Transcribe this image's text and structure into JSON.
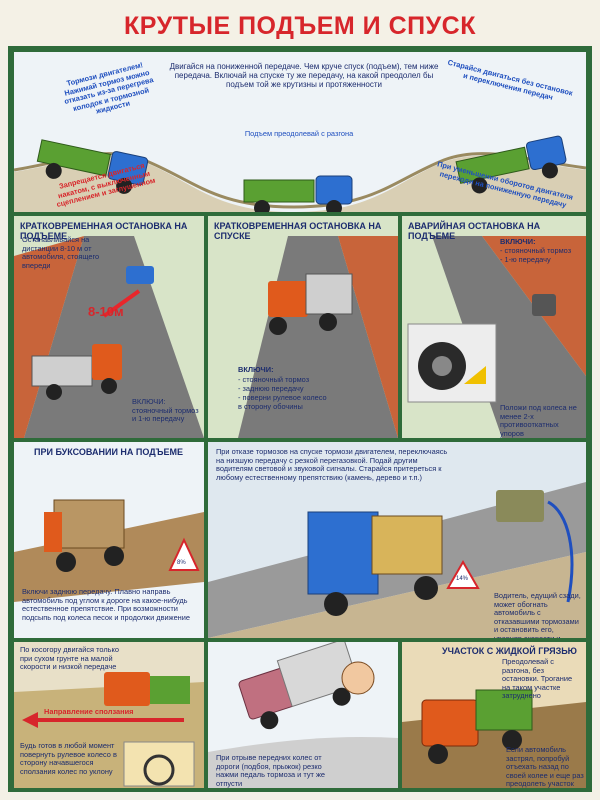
{
  "title": "КРУТЫЕ ПОДЪЕМ И СПУСК",
  "top": {
    "center_text": "Двигайся на пониженной передаче. Чем круче спуск (подъем), тем ниже передача. Включай на спуске ту же передачу, на какой преодолел бы подъем той же крутизны и протяженности",
    "left_blue": "Тормози двигателем! Нажимай тормоз можно отказать из-за перегрева колодок и тормозной жидкости",
    "left_red": "Запрещается двигаться накатом, с выключенным сцеплением и заглушенном",
    "middle": "Подъем преодолевай с разгона",
    "right_top": "Старайся двигаться без остановок и переключения передач",
    "right_bottom": "При уменьшении оборотов двигателя переходи на пониженную передачу"
  },
  "row2": {
    "p1": {
      "title": "КРАТКОВРЕМЕННАЯ ОСТАНОВКА НА ПОДЪЕМЕ",
      "text1": "Останавливайся на дистанции 8-10 м от автомобиля, стоящего впереди",
      "distance": "8-10м",
      "text2": "ВКЛЮЧИ: стояночный тормоз и 1-ю передачу"
    },
    "p2": {
      "title": "КРАТКОВРЕМЕННАЯ ОСТАНОВКА НА СПУСКЕ",
      "head": "ВКЛЮЧИ:",
      "items": [
        "- стояночный тормоз",
        "- заднюю передачу",
        "- поверни рулевое колесо",
        "  в сторону обочины"
      ]
    },
    "p3": {
      "title": "АВАРИЙНАЯ ОСТАНОВКА НА ПОДЪЕМЕ",
      "head": "ВКЛЮЧИ:",
      "items": [
        "- стояночный тормоз",
        "- 1-ю передачу"
      ],
      "text2": "Положи под колеса не менее 2-х противооткатных упоров"
    }
  },
  "row3": {
    "p1": {
      "title": "ПРИ БУКСОВАНИИ НА ПОДЪЕМЕ",
      "text": "Включи заднюю передачу. Плавно направь автомобиль под углом к дороге на какое-нибудь естественное препятствие. При возможности подсыпь под колеса песок и продолжи движение",
      "sign": "8%"
    },
    "p2": {
      "text1": "При отказе тормозов на спуске тормози двигателем, переключаясь на низшую передачу с резкой перегазовкой. Подай другим водителям световой и звуковой сигналы. Старайся притереться к любому естественному препятствию (камень, дерево и т.п.)",
      "sign": "14%",
      "text2": "Водитель, едущий сзади, может обогнать автомобиль с отказавшими тормозами и остановить его, уравняв скорости и подставив свой задний бампер (ограничитель)"
    }
  },
  "row4": {
    "p1": {
      "text1": "По косогору двигайся только при сухом грунте на малой скорости и низкой передаче",
      "arrow": "Направление сползания",
      "text2": "Будь готов в любой момент повернуть рулевое колесо в сторону начавшегося сползания колес по уклону"
    },
    "p2": {
      "text": "При отрыве передних колес от дороги (подбоя, прыжок) резко нажми педаль тормоза и тут же отпусти"
    },
    "p3": {
      "title": "УЧАСТОК С ЖИДКОЙ ГРЯЗЬЮ",
      "text1": "Преодолевай с разгона, без остановки. Трогание на таком участке затруднено",
      "text2": "Если автомобиль застрял, попробуй отъехать назад по своей колее и еще раз преодолеть участок"
    }
  },
  "colors": {
    "frame": "#2f6b3a",
    "title": "#d7262b",
    "text": "#1c2c6e",
    "accent_blue": "#1f4fbf",
    "road": "#6b6b6b",
    "soil": "#c8643a"
  }
}
